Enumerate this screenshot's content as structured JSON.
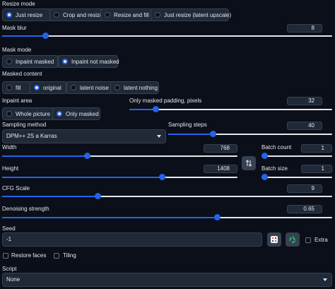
{
  "resize_mode": {
    "label": "Resize mode",
    "options": [
      "Just resize",
      "Crop and resize",
      "Resize and fill",
      "Just resize (latent upscale)"
    ],
    "selected": "Just resize"
  },
  "mask_blur": {
    "label": "Mask blur",
    "value": "8",
    "fraction": 0.13
  },
  "mask_mode": {
    "label": "Mask mode",
    "options": [
      "Inpaint masked",
      "Inpaint not masked"
    ],
    "selected": "Inpaint not masked"
  },
  "masked_content": {
    "label": "Masked content",
    "options": [
      "fill",
      "original",
      "latent noise",
      "latent nothing"
    ],
    "selected": "original"
  },
  "inpaint_area": {
    "label": "Inpaint area",
    "options": [
      "Whole picture",
      "Only masked"
    ],
    "selected": "Only masked"
  },
  "only_masked_padding": {
    "label": "Only masked padding, pixels",
    "value": "32",
    "fraction": 0.13
  },
  "sampling_method": {
    "label": "Sampling method",
    "value": "DPM++ 2S a Karras"
  },
  "sampling_steps": {
    "label": "Sampling steps",
    "value": "40",
    "fraction": 0.27
  },
  "width": {
    "label": "Width",
    "value": "768",
    "fraction": 0.36
  },
  "height": {
    "label": "Height",
    "value": "1408",
    "fraction": 0.68
  },
  "swap_icon": "swap-arrows-icon",
  "batch_count": {
    "label": "Batch count",
    "value": "1",
    "fraction": 0.0
  },
  "batch_size": {
    "label": "Batch size",
    "value": "1",
    "fraction": 0.0
  },
  "cfg_scale": {
    "label": "CFG Scale",
    "value": "9",
    "fraction": 0.29
  },
  "denoising_strength": {
    "label": "Denoising strength",
    "value": "0.65",
    "fraction": 0.65
  },
  "seed": {
    "label": "Seed",
    "value": "-1",
    "dice_icon": "dice-icon",
    "recycle_icon": "recycle-icon",
    "extra_label": "Extra"
  },
  "restore_faces": {
    "label": "Restore faces",
    "checked": false
  },
  "tiling": {
    "label": "Tiling",
    "checked": false
  },
  "script": {
    "label": "Script",
    "value": "None"
  },
  "colors": {
    "accent": "#2563eb",
    "background": "#0b0f19",
    "panel": "#1f2937",
    "recycle_green": "#22c55e"
  }
}
